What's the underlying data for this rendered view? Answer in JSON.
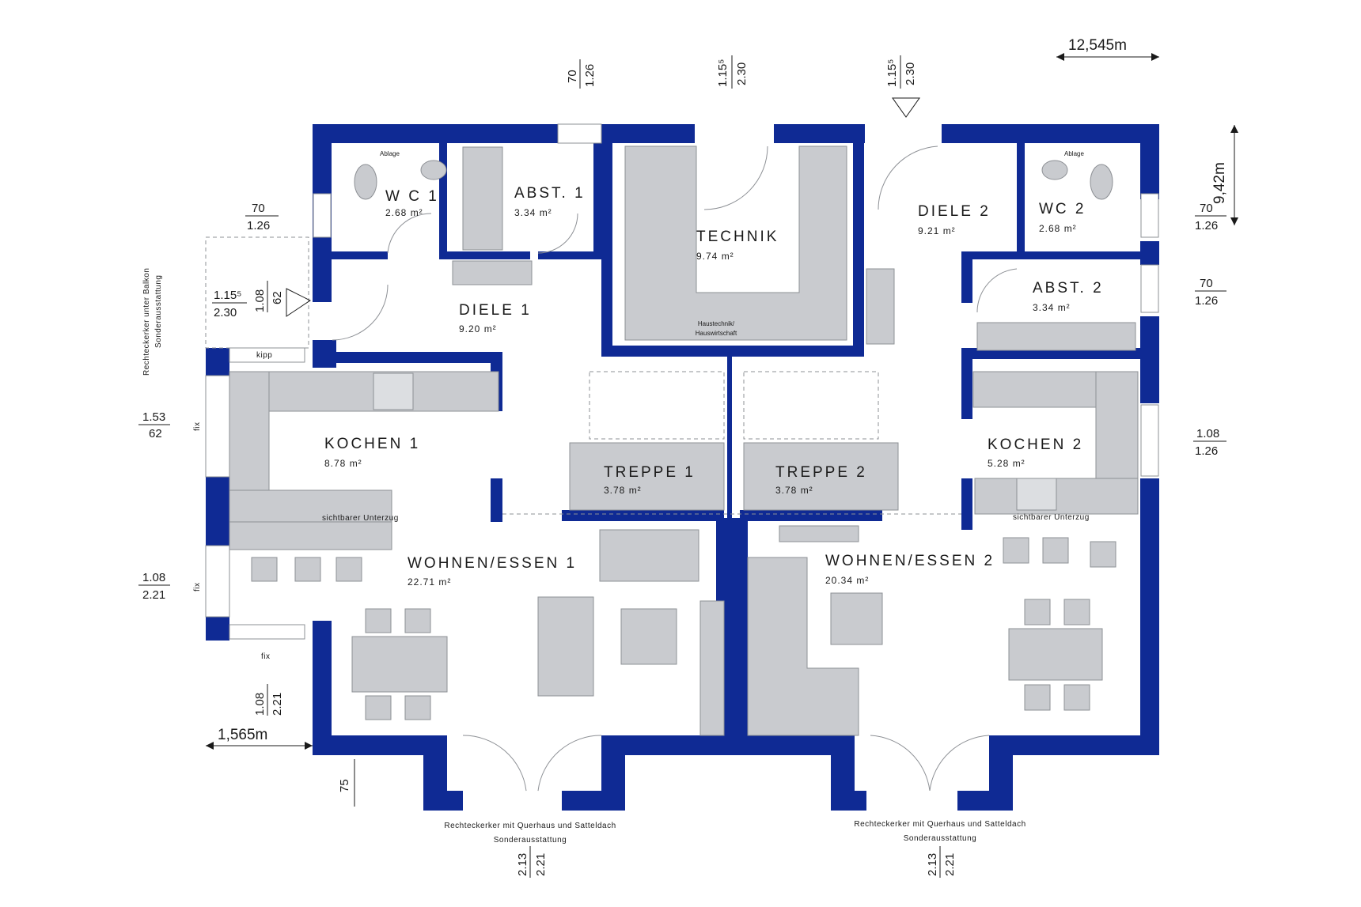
{
  "colors": {
    "wall": "#0f2a94",
    "furniture": "#c9cbcf",
    "line": "#1a1a1a"
  },
  "rooms": {
    "wc1": {
      "name": "W C 1",
      "area": "2.68 m²"
    },
    "abst1": {
      "name": "ABST. 1",
      "area": "3.34 m²"
    },
    "technik": {
      "name": "TECHNIK",
      "area": "9.74 m²"
    },
    "diele2": {
      "name": "DIELE 2",
      "area": "9.21 m²"
    },
    "wc2": {
      "name": "WC 2",
      "area": "2.68 m²"
    },
    "diele1": {
      "name": "DIELE 1",
      "area": "9.20 m²"
    },
    "abst2": {
      "name": "ABST. 2",
      "area": "3.34 m²"
    },
    "kochen1": {
      "name": "KOCHEN 1",
      "area": "8.78 m²"
    },
    "kochen2": {
      "name": "KOCHEN 2",
      "area": "5.28 m²"
    },
    "treppe1": {
      "name": "TREPPE 1",
      "area": "3.78 m²"
    },
    "treppe2": {
      "name": "TREPPE 2",
      "area": "3.78 m²"
    },
    "wohnen1": {
      "name": "WOHNEN/ESSEN 1",
      "area": "22.71 m²"
    },
    "wohnen2": {
      "name": "WOHNEN/ESSEN 2",
      "area": "20.34 m²"
    }
  },
  "labels": {
    "ablage": "Ablage",
    "haustechnik_1": "Haustechnik/",
    "haustechnik_2": "Hauswirtschaft",
    "kipp": "kipp",
    "fix": "fix",
    "unterzug": "sichtbarer Unterzug",
    "balkon_1": "Rechteckerker unter Balkon",
    "balkon_2": "Sonderausstattung",
    "erker_1": "Rechteckerker mit Querhaus und Satteldach",
    "erker_2": "Sonderausstattung"
  },
  "dimensions": {
    "total_width": "12,545m",
    "total_depth": "9,42m",
    "erker_width": "1,565m",
    "erker_depth": "75",
    "w_top1_a": "70",
    "w_top1_b": "1.26",
    "w_top2_a": "1.15⁵",
    "w_top2_b": "2.30",
    "w_top3_a": "1.15⁵",
    "w_top3_b": "2.30",
    "w_left1_a": "70",
    "w_left1_b": "1.26",
    "w_left2_a": "1.15⁵",
    "w_left2_b": "2.30",
    "w_left2_c": "1.08",
    "w_left2_d": "62",
    "w_left3_a": "1.53",
    "w_left3_b": "62",
    "w_left4_a": "1.08",
    "w_left4_b": "2.21",
    "w_left5_a": "1.08",
    "w_left5_b": "2.21",
    "w_right1_a": "70",
    "w_right1_b": "1.26",
    "w_right2_a": "70",
    "w_right2_b": "1.26",
    "w_right3_a": "1.08",
    "w_right3_b": "1.26",
    "w_bot1_a": "2.13",
    "w_bot1_b": "2.21",
    "w_bot2_a": "2.13",
    "w_bot2_b": "2.21"
  }
}
